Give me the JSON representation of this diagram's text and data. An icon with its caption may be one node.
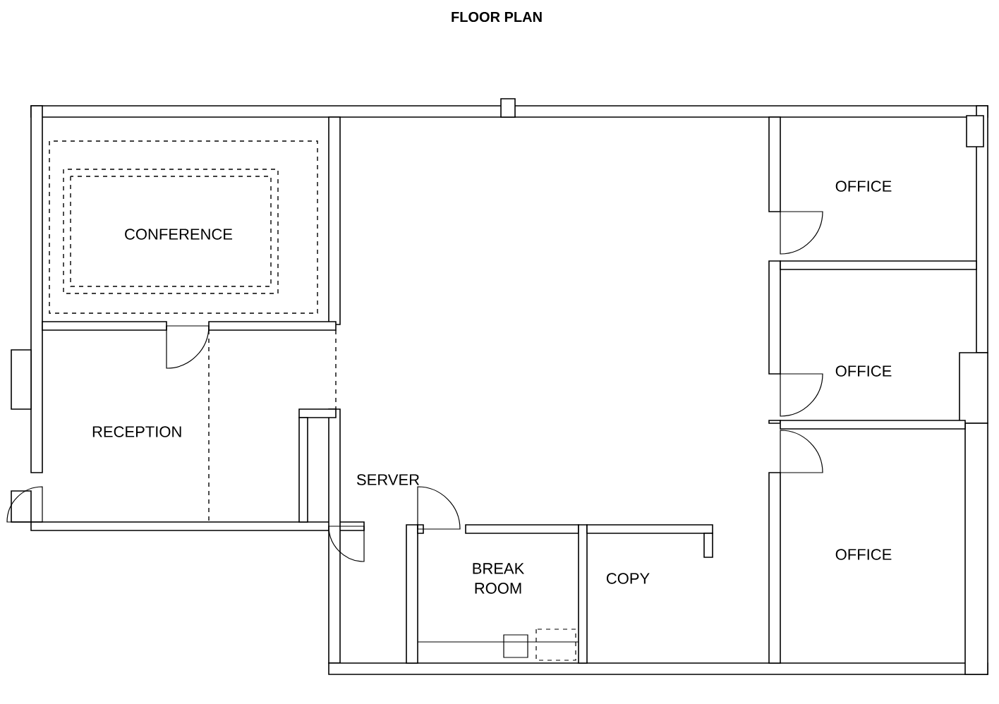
{
  "diagram": {
    "title": "FLOOR PLAN",
    "labels": [
      "CONFERENCE",
      "RECEPTION",
      "SERVER",
      "BREAK ROOM",
      "COPY",
      "OFFICE",
      "OFFICE",
      "OFFICE"
    ]
  }
}
